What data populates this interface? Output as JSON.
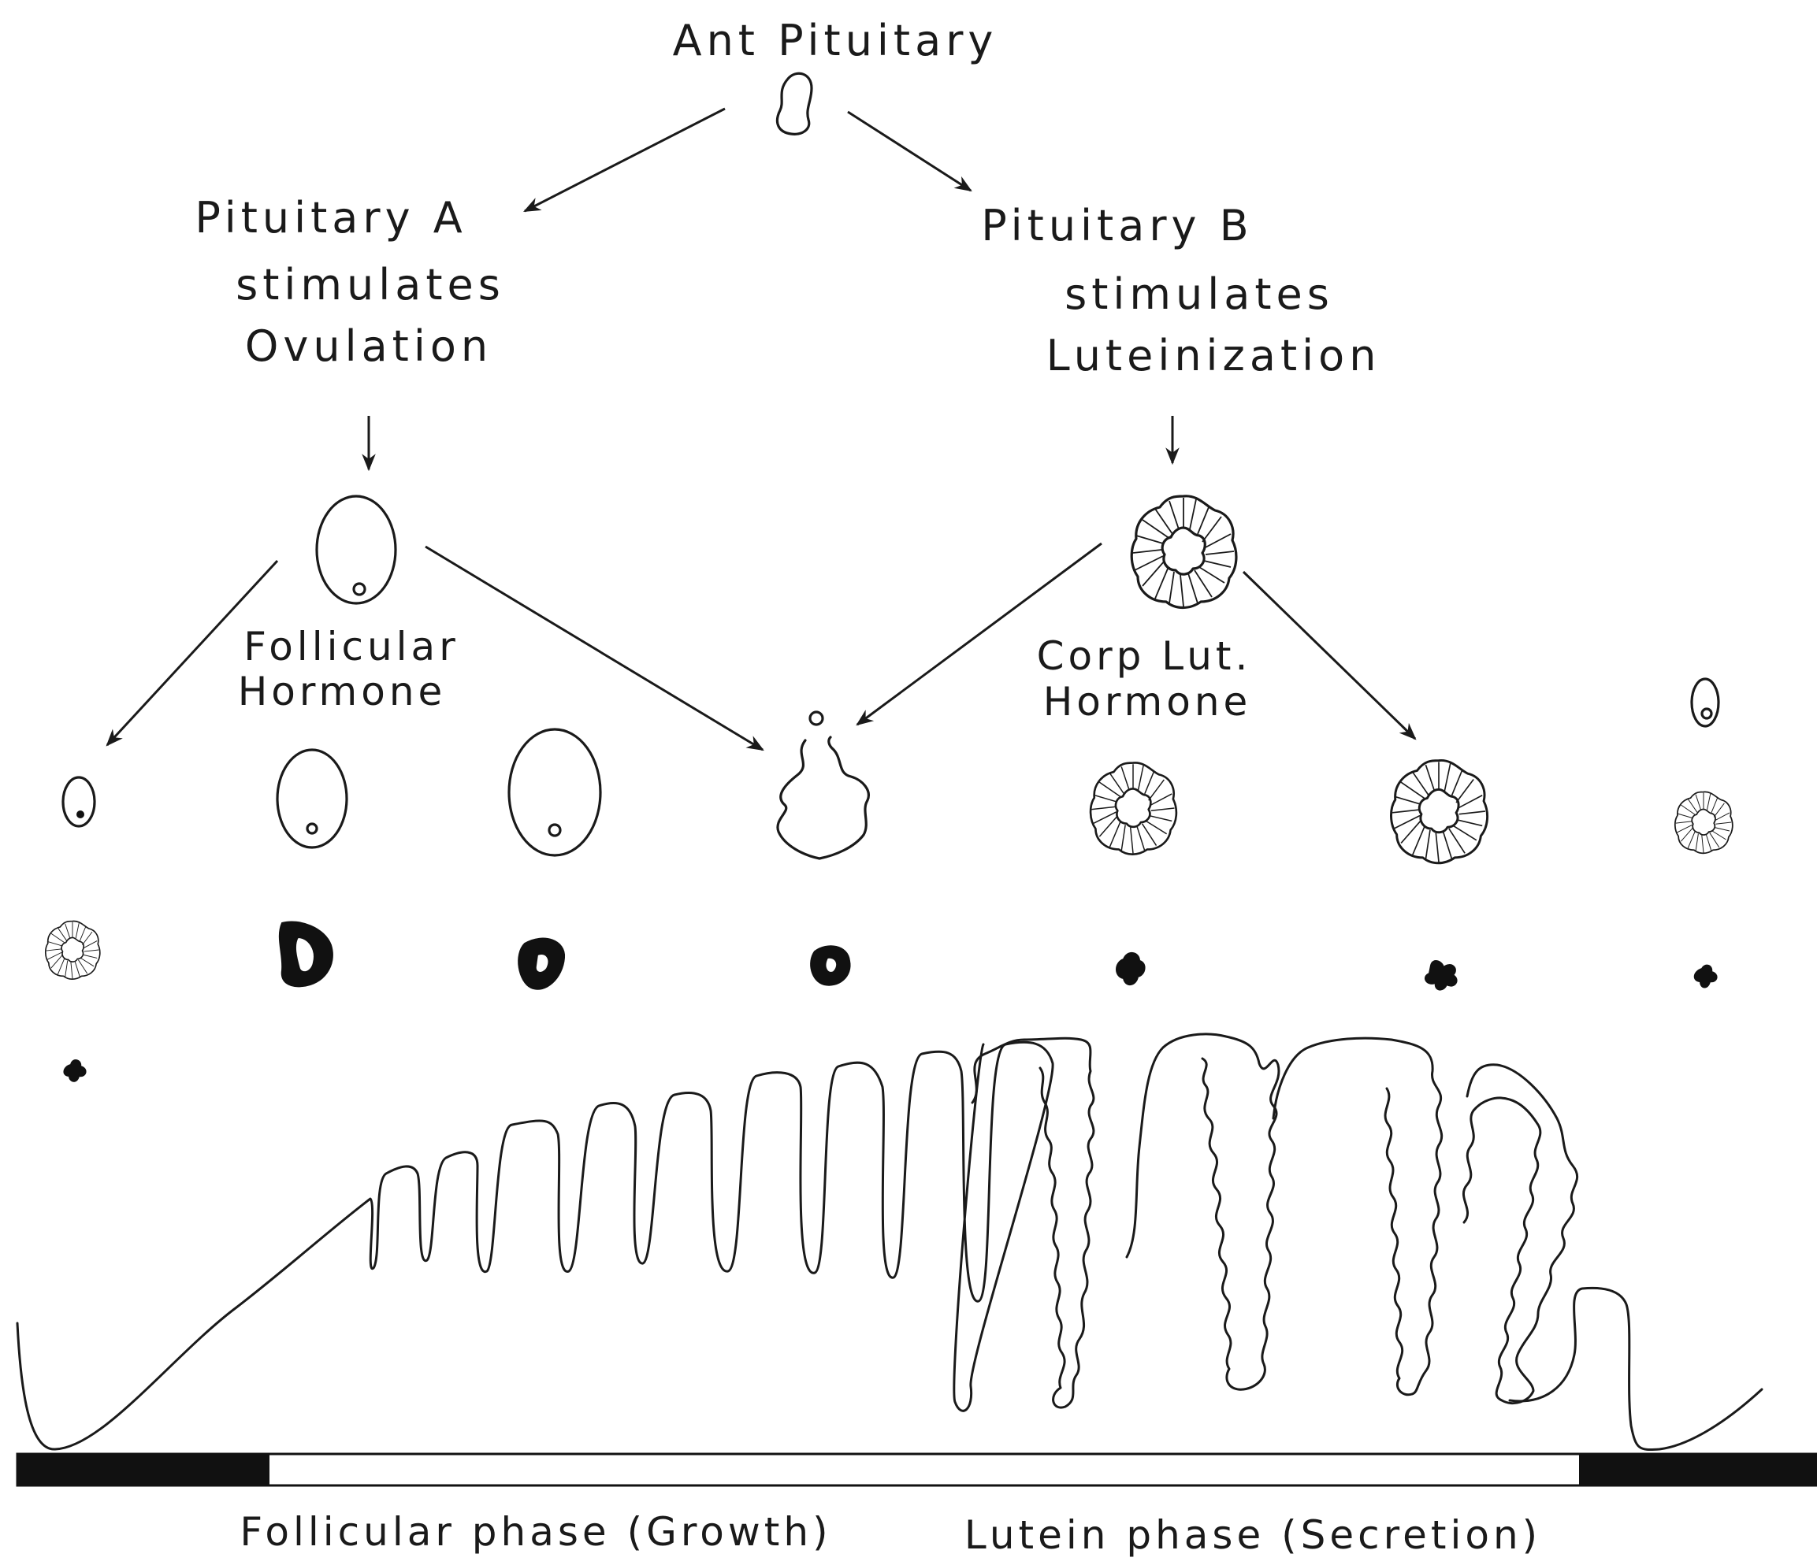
{
  "labels": {
    "ant_pituitary": "Ant Pituitary",
    "pituitary_a": "Pituitary A",
    "stimulates_a": "stimulates",
    "ovulation": "Ovulation",
    "pituitary_b": "Pituitary B",
    "stimulates_b": "stimulates",
    "luteinization": "Luteinization",
    "follicular_hormone_1": "Follicular",
    "follicular_hormone_2": "Hormone",
    "corp_lut_1": "Corp Lut.",
    "corp_lut_2": "Hormone",
    "follicular_phase": "Follicular phase (Growth)",
    "lutein_phase": "Lutein phase (Secretion)"
  },
  "icons": {
    "pituitary": "pituitary-gland-icon",
    "follicle": "ovarian-follicle-icon",
    "corpus_luteum": "corpus-luteum-icon",
    "regressing_body": "corpus-albicans-icon"
  },
  "colors": {
    "ink": "#1a1a1a",
    "background": "#ffffff"
  }
}
